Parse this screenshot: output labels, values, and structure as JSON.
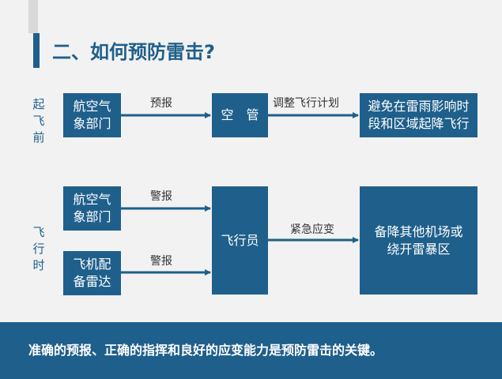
{
  "title": "二、如何预防雷击?",
  "phases": {
    "before": "起飞前",
    "during": "飞行时"
  },
  "boxes": {
    "met1": "航空气象部门",
    "atc": "空　管",
    "avoid": "避免在雷雨影响时段和区域起降飞行",
    "met2": "航空气象部门",
    "radar": "飞机配备雷达",
    "pilot": "飞行员",
    "divert": "备降其他机场或绕开雷暴区"
  },
  "edges": {
    "forecast": "预报",
    "adjust": "调整飞行计划",
    "warn1": "警报",
    "warn2": "警报",
    "emergency": "紧急应变"
  },
  "footer": "准确的预报、正确的指挥和良好的应变能力是预防雷击的关键。",
  "colors": {
    "primary": "#1f5f8b",
    "background": "#f2f2f2"
  }
}
